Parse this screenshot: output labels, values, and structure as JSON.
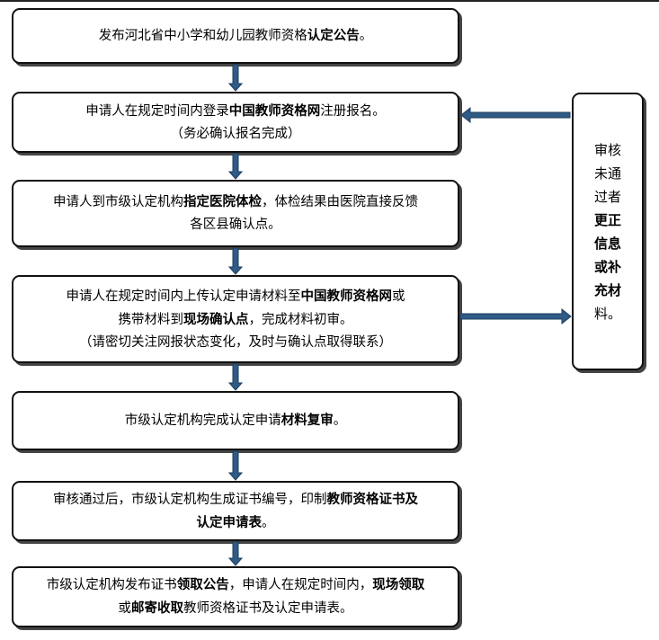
{
  "steps": [
    {
      "lines": [
        [
          {
            "t": "发布河北省中小学和幼儿园教师资格"
          },
          {
            "t": "认定公告",
            "b": true
          },
          {
            "t": "。"
          }
        ]
      ]
    },
    {
      "lines": [
        [
          {
            "t": "申请人在规定时间内登录"
          },
          {
            "t": "中国教师资格网",
            "b": true
          },
          {
            "t": "注册报名。"
          }
        ],
        [
          {
            "t": "（务必确认报名完成）"
          }
        ]
      ]
    },
    {
      "lines": [
        [
          {
            "t": "申请人到市级认定机构"
          },
          {
            "t": "指定医院体检",
            "b": true
          },
          {
            "t": "，体检结果由医院直接反馈"
          }
        ],
        [
          {
            "t": "各区县确认点。"
          }
        ]
      ]
    },
    {
      "lines": [
        [
          {
            "t": "申请人在规定时间内上传认定申请材料至"
          },
          {
            "t": "中国教师资格网",
            "b": true
          },
          {
            "t": "或"
          }
        ],
        [
          {
            "t": "携带材料到"
          },
          {
            "t": "现场确认点",
            "b": true
          },
          {
            "t": "，完成材料初审。"
          }
        ],
        [
          {
            "t": "（请密切关注网报状态变化，及时与确认点取得联系）"
          }
        ]
      ]
    },
    {
      "lines": [
        [
          {
            "t": "市级认定机构完成认定申请"
          },
          {
            "t": "材料复审",
            "b": true
          },
          {
            "t": "。"
          }
        ]
      ]
    },
    {
      "lines": [
        [
          {
            "t": "审核通过后，市级认定机构生成证书编号，印制"
          },
          {
            "t": "教师资格证书及",
            "b": true
          }
        ],
        [
          {
            "t": "认定申请表",
            "b": true
          },
          {
            "t": "。"
          }
        ]
      ]
    },
    {
      "lines": [
        [
          {
            "t": "市级认定机构发布证书"
          },
          {
            "t": "领取公告",
            "b": true
          },
          {
            "t": "，申请人在规定时间内，"
          },
          {
            "t": "现场领取",
            "b": true
          }
        ],
        [
          {
            "t": "或"
          },
          {
            "t": "邮寄收取",
            "b": true
          },
          {
            "t": "教师资格证书及认定申请表。"
          }
        ]
      ]
    }
  ],
  "side_note": {
    "lines": [
      {
        "t": "审核"
      },
      {
        "t": "未通"
      },
      {
        "t": "过者"
      },
      {
        "t": "更正",
        "b": true
      },
      {
        "t": "信息",
        "b": true
      },
      {
        "t": "或补",
        "b": true
      },
      {
        "t": "充材",
        "b": true
      },
      {
        "t": "料。"
      }
    ]
  },
  "colors": {
    "arrow": "#2f5b86",
    "arrow_edge": "#1d3d5e",
    "border": "#111111"
  }
}
